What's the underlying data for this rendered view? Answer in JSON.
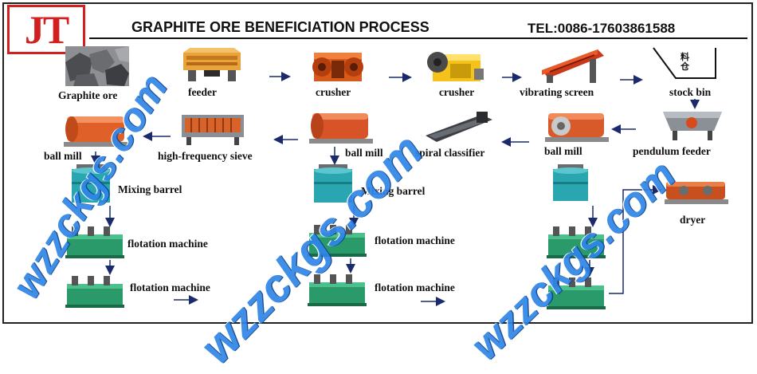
{
  "logo": {
    "text": "JT"
  },
  "header": {
    "title": "GRAPHITE ORE BENEFICIATION PROCESS",
    "tel": "TEL:0086-17603861588"
  },
  "stock_bin_sign": "料\n仓",
  "labels": {
    "graphite_ore": "Graphite ore",
    "feeder": "feeder",
    "crusher_1": "crusher",
    "crusher_2": "crusher",
    "vibrating_screen": "vibrating screen",
    "stock_bin": "stock bin",
    "ball_mill_1": "ball mill",
    "high_frequency_sieve": "high-frequency sieve",
    "ball_mill_2": "ball mill",
    "spiral_classifier": "spiral classifier",
    "ball_mill_3": "ball mill",
    "pendulum_feeder": "pendulum feeder",
    "mixing_barrel_1": "Mixing barrel",
    "mixing_barrel_2": "Mixing barrel",
    "dryer": "dryer",
    "flotation_1a": "flotation machine",
    "flotation_2a": "flotation machine",
    "flotation_1b": "flotation machine",
    "flotation_2b": "flotation machine"
  },
  "watermark": "wzzckgs.com",
  "colors": {
    "logo_red": "#d21f1f",
    "watermark_blue": "#2f86e8",
    "arrow_navy": "#1a2a6c",
    "machine_orange": "#e8741e",
    "flotation_green": "#2a9a6a",
    "barrel_teal": "#2aa6b0"
  }
}
